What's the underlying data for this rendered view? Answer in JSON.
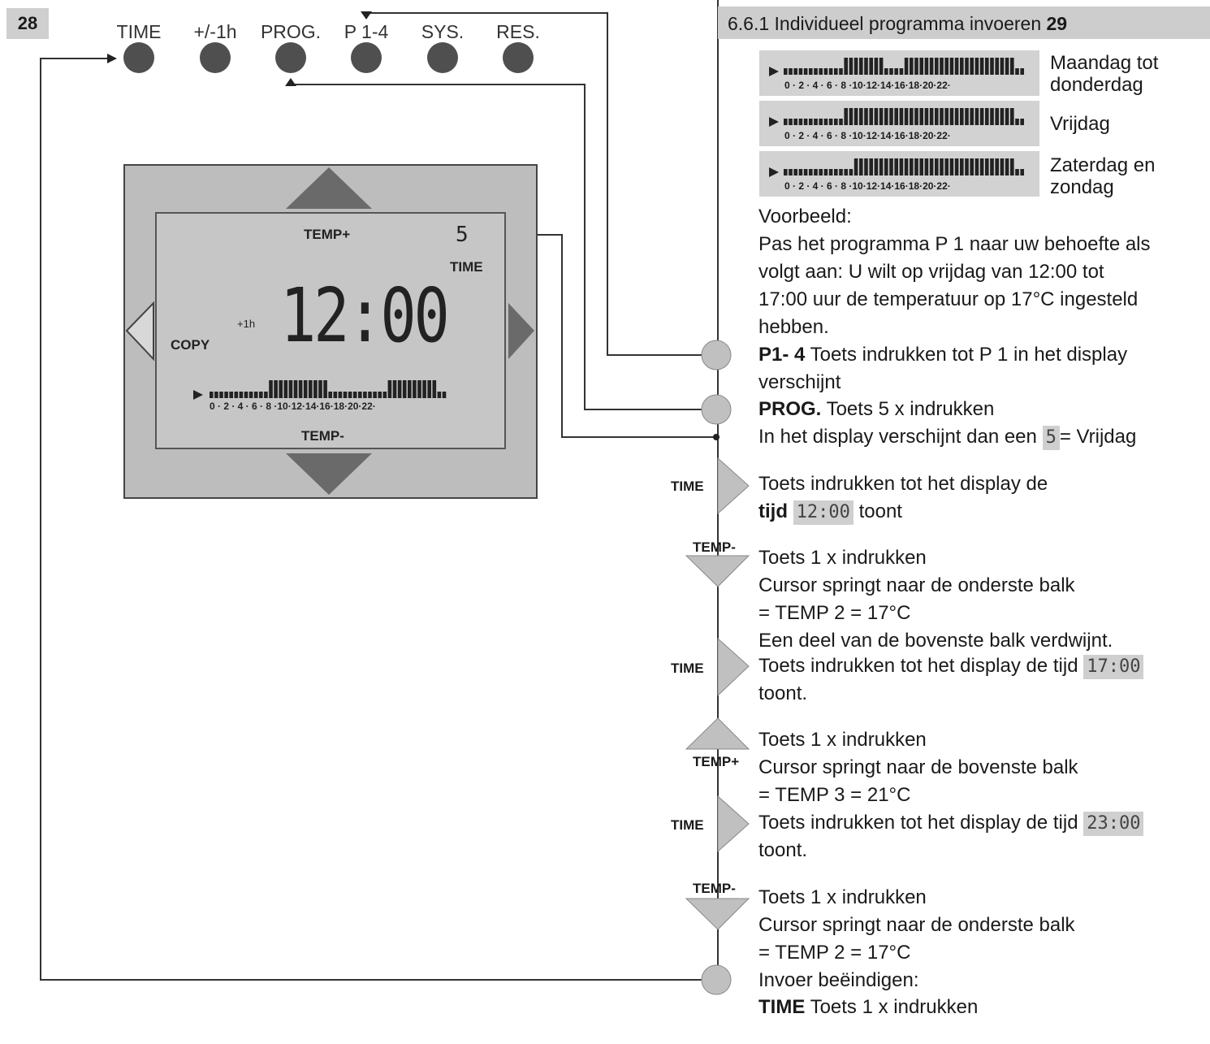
{
  "page_number": "28",
  "top_buttons": [
    {
      "label": "TIME"
    },
    {
      "label": "+/-1h"
    },
    {
      "label": "PROG."
    },
    {
      "label": "P 1-4"
    },
    {
      "label": "SYS."
    },
    {
      "label": "RES."
    }
  ],
  "lcd": {
    "temp_plus": "TEMP+",
    "temp_minus": "TEMP-",
    "day_digit": "5",
    "time_label": "TIME",
    "time_value": "12:00",
    "plus_1h": "+1h",
    "copy": "COPY",
    "bar_scale": "0 · 2 · 4 · 6 · 8 ·10·12·14·16·18·20·22·"
  },
  "header": {
    "title": "6.6.1 Individueel programma invoeren",
    "page_ref": "29"
  },
  "program_days": [
    {
      "scale": "0 · 2 · 4 · 6 · 8 ·10·12·14·16·18·20·22·",
      "label_line1": "Maandag tot",
      "label_line2": "donderdag"
    },
    {
      "scale": "0 · 2 · 4 · 6 · 8 ·10·12·14·16·18·20·22·",
      "label_line1": "Vrijdag",
      "label_line2": ""
    },
    {
      "scale": "0 · 2 · 4 · 6 · 8 ·10·12·14·16·18·20·22·",
      "label_line1": "Zaterdag en",
      "label_line2": "zondag"
    }
  ],
  "example": {
    "heading": "Voorbeeld:",
    "lines": [
      "Pas het programma P 1 naar uw behoefte als",
      "volgt aan: U wilt op vrijdag van 12:00 tot",
      "17:00 uur de temperatuur op 17°C ingesteld",
      "hebben."
    ]
  },
  "steps": {
    "p14_key": "P1- 4",
    "p14_text": " Toets indrukken tot P 1 in het display",
    "p14_text2": "verschijnt",
    "prog_key": "PROG.",
    "prog_text": " Toets 5 x indrukken",
    "display_text": "In het display verschijnt dan een",
    "display_digit": "5",
    "display_suffix": "= Vrijdag",
    "time1_label": "TIME",
    "time1_line1": "Toets indrukken tot het display de",
    "time1_bold": "tijd",
    "time1_value": "12:00",
    "time1_end": "toont",
    "tempm1_label": "TEMP-",
    "tempm1_lines": [
      "Toets 1 x indrukken",
      "Cursor springt naar de onderste balk",
      "= TEMP 2 = 17°C",
      "Een deel van de bovenste balk verdwijnt."
    ],
    "time2_label": "TIME",
    "time2_line1": "Toets indrukken tot het display de tijd",
    "time2_value": "17:00",
    "time2_line2": "toont.",
    "tempp_label": "TEMP+",
    "tempp_lines": [
      "Toets 1 x indrukken",
      "Cursor springt naar de bovenste balk",
      "= TEMP 3 = 21°C"
    ],
    "time3_label": "TIME",
    "time3_line1": "Toets indrukken tot het display de tijd",
    "time3_value": "23:00",
    "time3_line2": "toont.",
    "tempm2_label": "TEMP-",
    "tempm2_lines": [
      "Toets 1 x indrukken",
      "Cursor springt naar de onderste balk",
      "= TEMP 2 = 17°C",
      "Invoer beëindigen:"
    ],
    "final_key": "TIME",
    "final_text": " Toets 1 x indrukken"
  },
  "colors": {
    "gray_fill": "#bdbdbd",
    "button_dark": "#4f4f4f",
    "header_gray": "#cdcdcd"
  }
}
